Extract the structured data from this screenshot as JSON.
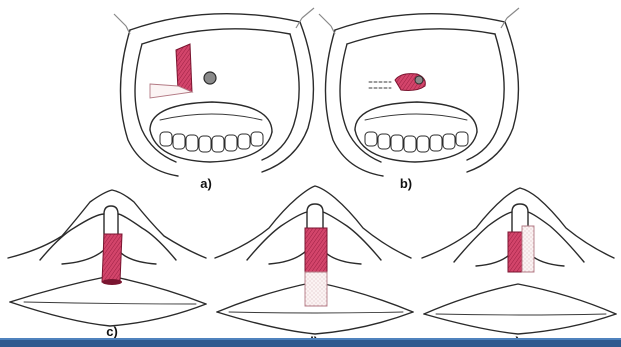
{
  "figure": {
    "panels": [
      {
        "label": "a)"
      },
      {
        "label": "b)"
      },
      {
        "label": "c)"
      },
      {
        "label": "d)"
      },
      {
        "label": "e)"
      }
    ]
  },
  "colors": {
    "flap": "#c8315a",
    "flap_dark": "#7a1530",
    "flap_pale": "#fbf4f4",
    "ink": "#2b2b2b",
    "bottom_bar": "#2f5a8f"
  }
}
